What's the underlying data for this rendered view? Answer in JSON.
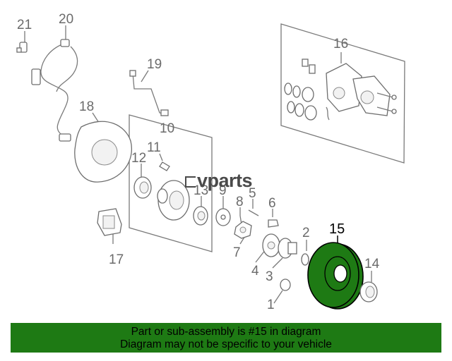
{
  "brand": {
    "logo_text": "vparts"
  },
  "callouts": {
    "n1": "1",
    "n2": "2",
    "n3": "3",
    "n4": "4",
    "n5": "5",
    "n6": "6",
    "n7": "7",
    "n8": "8",
    "n9": "9",
    "n10": "10",
    "n11": "11",
    "n12": "12",
    "n13": "13",
    "n14": "14",
    "n15": "15",
    "n16": "16",
    "n17": "17",
    "n18": "18",
    "n19": "19",
    "n20": "20",
    "n21": "21"
  },
  "highlighted_part": "15",
  "banner": {
    "line1": "Part or sub-assembly is #15 in diagram",
    "line2": "Diagram may not be specific to your vehicle",
    "color": "#1e7a14"
  }
}
